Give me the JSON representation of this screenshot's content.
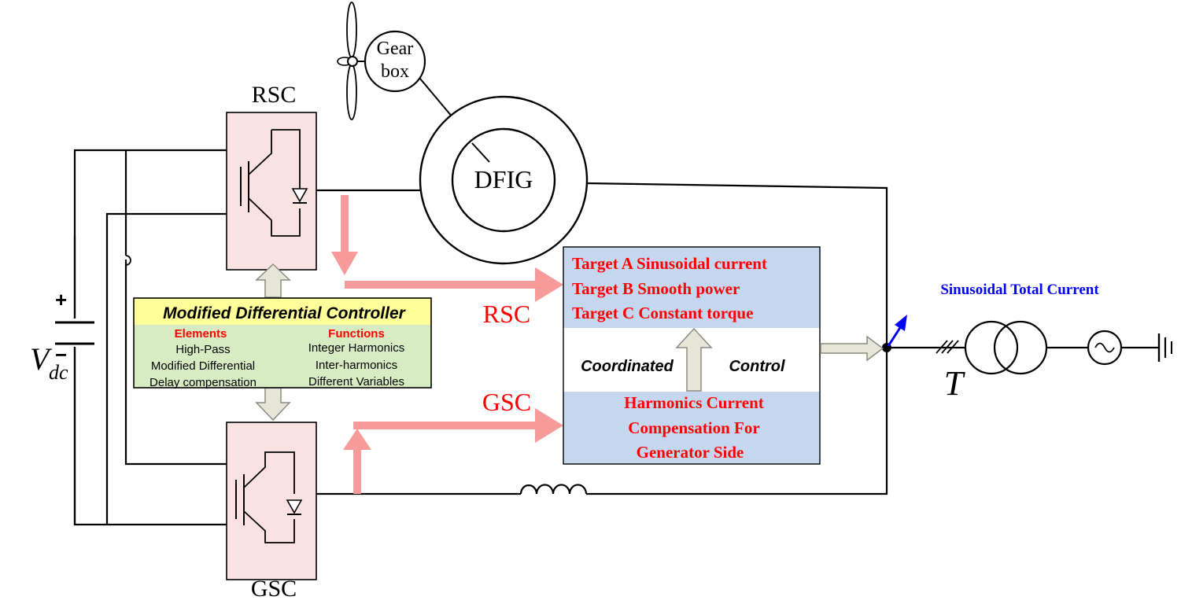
{
  "labels": {
    "rsc_top": "RSC",
    "gsc_bottom": "GSC",
    "gearbox_line1": "Gear",
    "gearbox_line2": "box",
    "generator": "DFIG",
    "vdc_main": "V",
    "vdc_sub": "dc",
    "plus_sign": "+",
    "minus_sign": "−",
    "rsc_arrow_label": "RSC",
    "gsc_arrow_label": "GSC",
    "transformer": "T",
    "total_current": "Sinusoidal Total Current"
  },
  "controller": {
    "title": "Modified Differential  Controller",
    "elements_header": "Elements",
    "functions_header": "Functions",
    "elements": [
      "High-Pass",
      "Modified Differential",
      "Delay compensation"
    ],
    "functions": [
      "Integer Harmonics",
      "Inter-harmonics",
      "Different Variables"
    ]
  },
  "coordinated": {
    "targets": [
      "Target A Sinusoidal current",
      "Target B Smooth power",
      "Target C Constant  torque"
    ],
    "label_left": "Coordinated",
    "label_right": "Control",
    "harmonics": [
      "Harmonics Current",
      "Compensation For",
      "Generator Side"
    ]
  },
  "colors": {
    "converter_fill": "#fbe2e2",
    "flow_arrow": "#f79a9a",
    "red_text": "#ff0000",
    "blue_text": "#0000ff",
    "panel_blue": "#c5d7ee",
    "controller_title_bg": "#ffff99",
    "controller_body_bg": "#d8ecc4"
  }
}
